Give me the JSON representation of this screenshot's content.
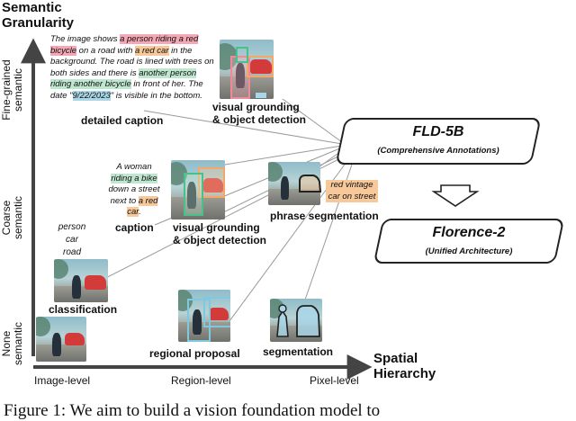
{
  "y_axis": {
    "title_line1": "Semantic",
    "title_line2": "Granularity",
    "levels": {
      "fine_line1": "Fine-grained",
      "fine_line2": "semantic",
      "coarse_line1": "Coarse",
      "coarse_line2": "semantic",
      "none_line1": "None",
      "none_line2": "semantic"
    }
  },
  "x_axis": {
    "title_line1": "Spatial",
    "title_line2": "Hierarchy",
    "levels": {
      "image": "Image-level",
      "region": "Region-level",
      "pixel": "Pixel-level"
    }
  },
  "detailed_caption": {
    "t1": "The image shows ",
    "h1": "a person riding a red bicycle",
    "t2": " on a road with ",
    "h2": "a red car",
    "t3": " in the background. The road is lined with trees on both sides and there is ",
    "h3": "another person riding another bicycle",
    "t4": " in front of her. The date \"",
    "h4": "9/22/2023",
    "t5": "\" is visible in the bottom."
  },
  "short_caption": {
    "t1": "A woman ",
    "h1": "riding a bike",
    "t2": " down a street next to ",
    "h2": "a red car",
    "t3": "."
  },
  "classification_words": {
    "w1": "person",
    "w2": "car",
    "w3": "road"
  },
  "phrase_text": "red vintage car on street",
  "task_labels": {
    "detailed_caption": "detailed caption",
    "vg_top_1": "visual grounding",
    "vg_top_2": "& object detection",
    "caption": "caption",
    "vg_mid_1": "visual grounding",
    "vg_mid_2": "& object detection",
    "phrase_segmentation": "phrase segmentation",
    "classification": "classification",
    "regional_proposal": "regional proposal",
    "segmentation": "segmentation"
  },
  "fld": {
    "title": "FLD-5B",
    "subtitle": "(Comprehensive Annotations)"
  },
  "florence": {
    "title": "Florence-2",
    "subtitle": "(Unified Architecture)"
  },
  "figure_caption": "Figure 1:   We aim to build a vision foundation model to",
  "colors": {
    "red": "#f4a7b4",
    "orange": "#f6c89a",
    "green": "#bfe6cf",
    "blue": "#a9d7e8",
    "axis": "#444444"
  }
}
